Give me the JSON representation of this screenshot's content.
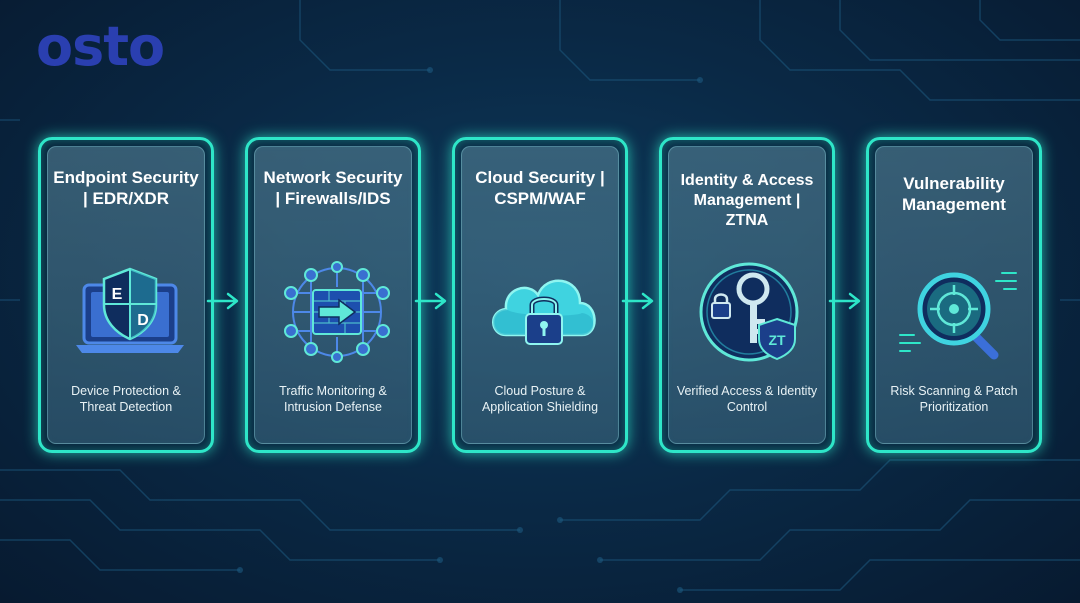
{
  "brand": {
    "logo_text": "osto"
  },
  "colors": {
    "accent": "#2ee6c8",
    "logo": "#2a3fb0",
    "background": "#0a2a47",
    "icon_blue": "#3b6fd8"
  },
  "cards": [
    {
      "title": "Endpoint Security | EDR/XDR",
      "icon": "laptop-shield-icon",
      "shield_letters": [
        "E",
        "D"
      ],
      "description": "Device Protection & Threat Detection"
    },
    {
      "title": "Network Security | Firewalls/IDS",
      "icon": "network-firewall-icon",
      "description": "Traffic Monitoring & Intrusion Defense"
    },
    {
      "title": "Cloud Security | CSPM/WAF",
      "icon": "cloud-lock-icon",
      "description": "Cloud Posture & Application Shielding"
    },
    {
      "title": "Identity & Access Management | ZTNA",
      "icon": "key-zt-shield-icon",
      "badge": "ZT",
      "description": "Verified Access & Identity Control"
    },
    {
      "title": "Vulnerability Management",
      "icon": "magnifier-target-icon",
      "description": "Risk Scanning & Patch Prioritization"
    }
  ],
  "connectors": [
    "arrow-right-icon",
    "arrow-right-icon",
    "arrow-right-icon",
    "arrow-right-icon"
  ]
}
